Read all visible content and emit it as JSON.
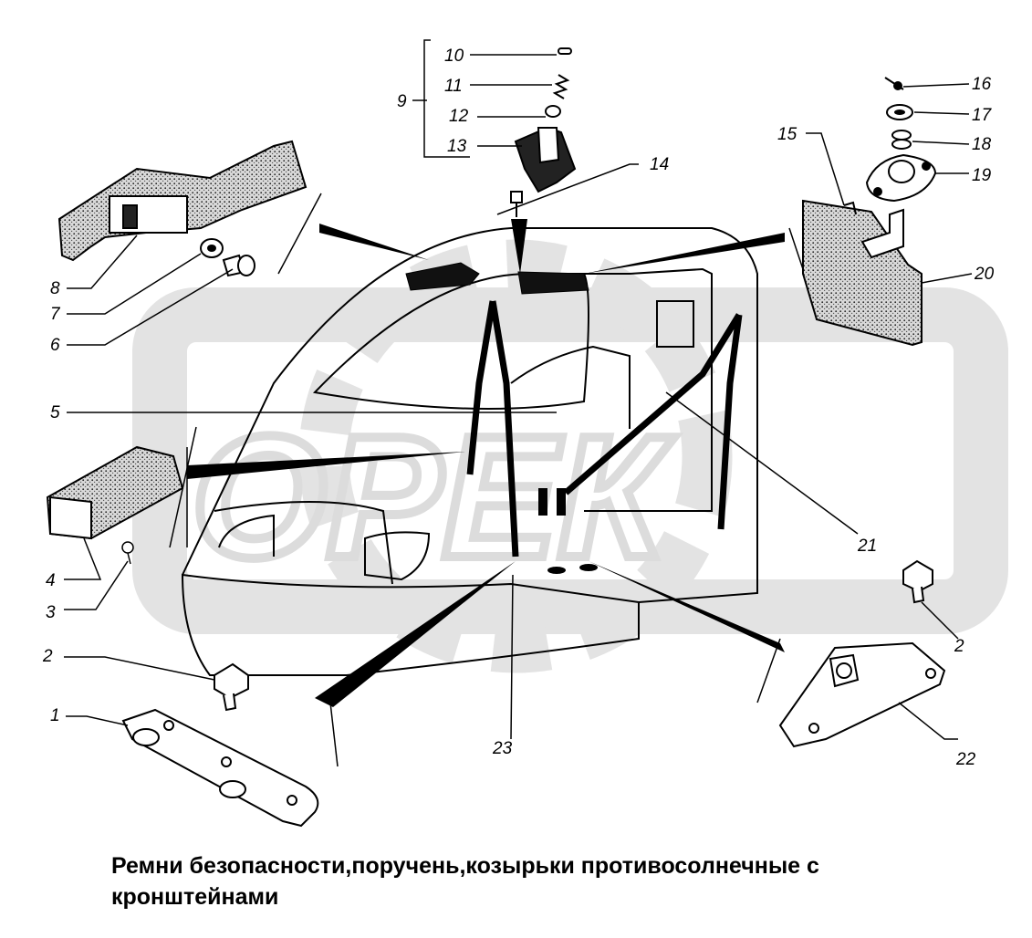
{
  "caption": "Ремни безопасности,поручень,козырьки противосолнечные с кронштейнами",
  "watermark": {
    "text": "ОРЕК",
    "color": "#e3e3e3"
  },
  "colors": {
    "line": "#000000",
    "fill": "#ffffff",
    "stipple": "#444444"
  },
  "callouts": [
    "1",
    "2",
    "3",
    "4",
    "5",
    "6",
    "7",
    "8",
    "9",
    "10",
    "11",
    "12",
    "13",
    "14",
    "15",
    "16",
    "17",
    "18",
    "19",
    "20",
    "21",
    "22",
    "23",
    "2"
  ]
}
